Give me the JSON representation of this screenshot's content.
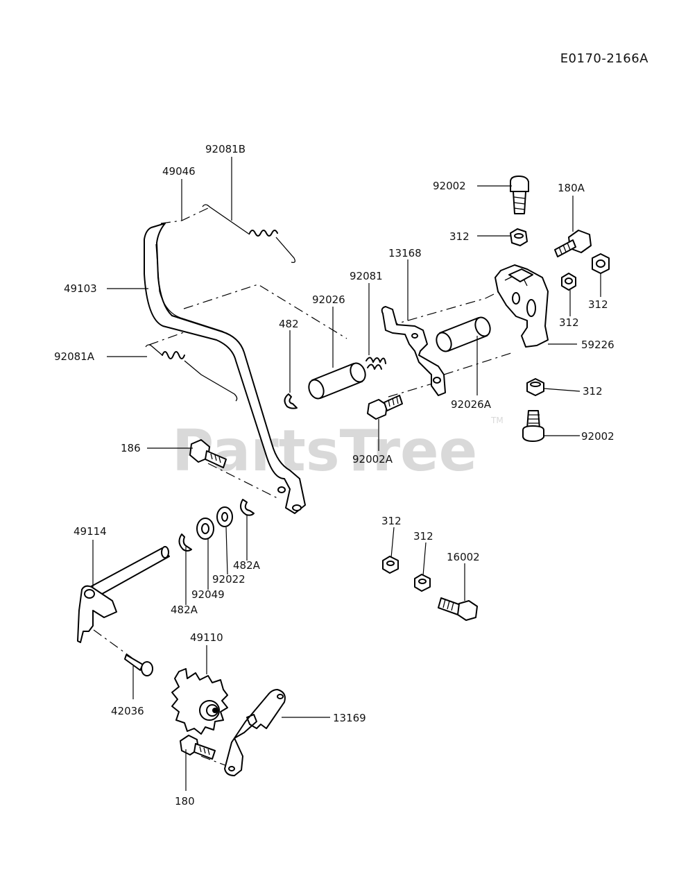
{
  "diagram_code": "E0170-2166A",
  "watermark": {
    "text": "PartsTree",
    "trademark": "TM"
  },
  "callouts": {
    "c92081B": "92081B",
    "c49046": "49046",
    "c49103": "49103",
    "c92081A": "92081A",
    "c186": "186",
    "c49114": "49114",
    "c482A_left": "482A",
    "c92049": "92049",
    "c92022": "92022",
    "c482A_right": "482A",
    "c42036": "42036",
    "c49110": "49110",
    "c180": "180",
    "c13169": "13169",
    "c482": "482",
    "c92026": "92026",
    "c92081": "92081",
    "c13168": "13168",
    "c92002A": "92002A",
    "c92026A": "92026A",
    "c92002_top": "92002",
    "c312_a": "312",
    "c180A": "180A",
    "c312_b": "312",
    "c312_c": "312",
    "c59226": "59226",
    "c312_d": "312",
    "c92002_right": "92002",
    "c312_e": "312",
    "c312_f": "312",
    "c16002": "16002"
  }
}
